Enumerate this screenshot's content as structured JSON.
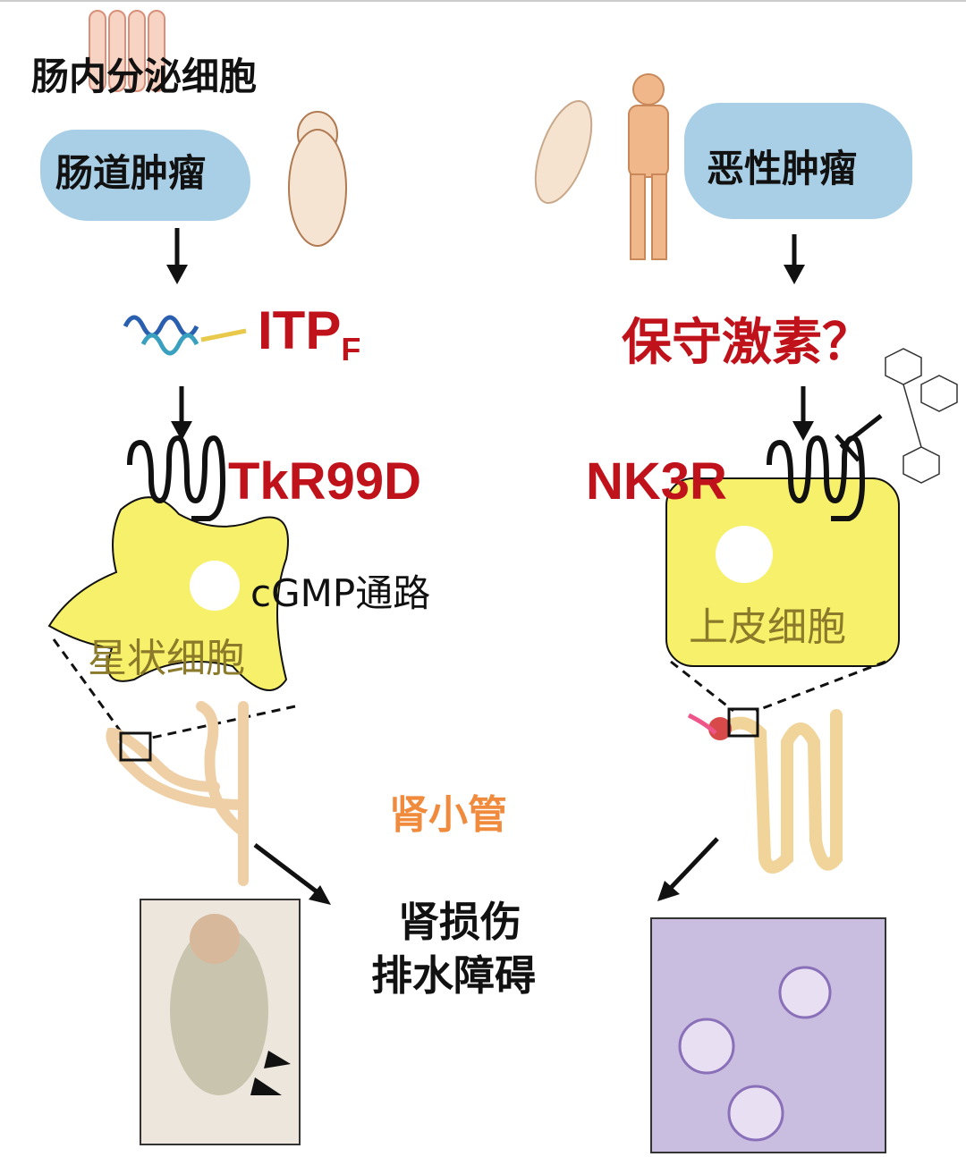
{
  "left": {
    "enteroendocrine_label": "肠内分泌细胞",
    "tumor_label": "肠道肿瘤",
    "hormone_main": "ITP",
    "hormone_sub": "F",
    "receptor_label": "TkR99D",
    "pathway_label": "cGMP通路",
    "cell_label": "星状细胞"
  },
  "right": {
    "tumor_label": "恶性肿瘤",
    "hormone_label": "保守激素？",
    "receptor_label": "NK3R",
    "cell_label": "上皮细胞"
  },
  "center": {
    "tubule_label": "肾小管",
    "outcome_line1": "肾损伤",
    "outcome_line2": "排水障碍"
  },
  "colors": {
    "red": "#c0121a",
    "orange": "#f08a3c",
    "yellow": "#f7f06a",
    "blue_blob": "#a9cfe6",
    "cell_text": "#8a7a2a"
  }
}
